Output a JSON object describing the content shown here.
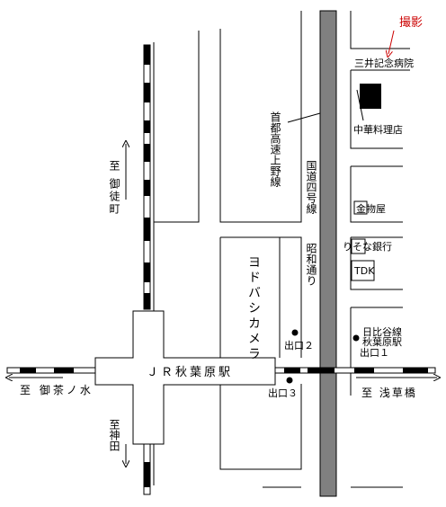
{
  "labels": {
    "satsuei": "撮影",
    "mitsui_hospital": "三井記念病院",
    "chuka_restaurant": "中華料理店",
    "shuto_expressway": "首都高速上野線",
    "kokudo_4": "国道四号線",
    "kinbutsuya": "金物屋",
    "risona_bank": "りそな銀行",
    "tdk": "TDK",
    "showa_dori": "昭和通り",
    "yodobashi_camera": "ヨドバシカメラ",
    "to_okachimachi": "至 御徒町",
    "jr_akihabara": "ＪＲ秋葉原駅",
    "exit_2": "出口２",
    "exit_3": "出口３",
    "hibiya_line": "日比谷線",
    "hibiya_station": "秋葉原駅",
    "exit_1": "出口１",
    "to_ochanomizu": "至 御茶ノ水",
    "to_asakusabashi": "至 浅草橋",
    "to_kanda": "至神田"
  },
  "colors": {
    "line": "#000000",
    "road_gray": "#808080",
    "photo_marker": "#cc0000",
    "building_fill": "#000000"
  }
}
